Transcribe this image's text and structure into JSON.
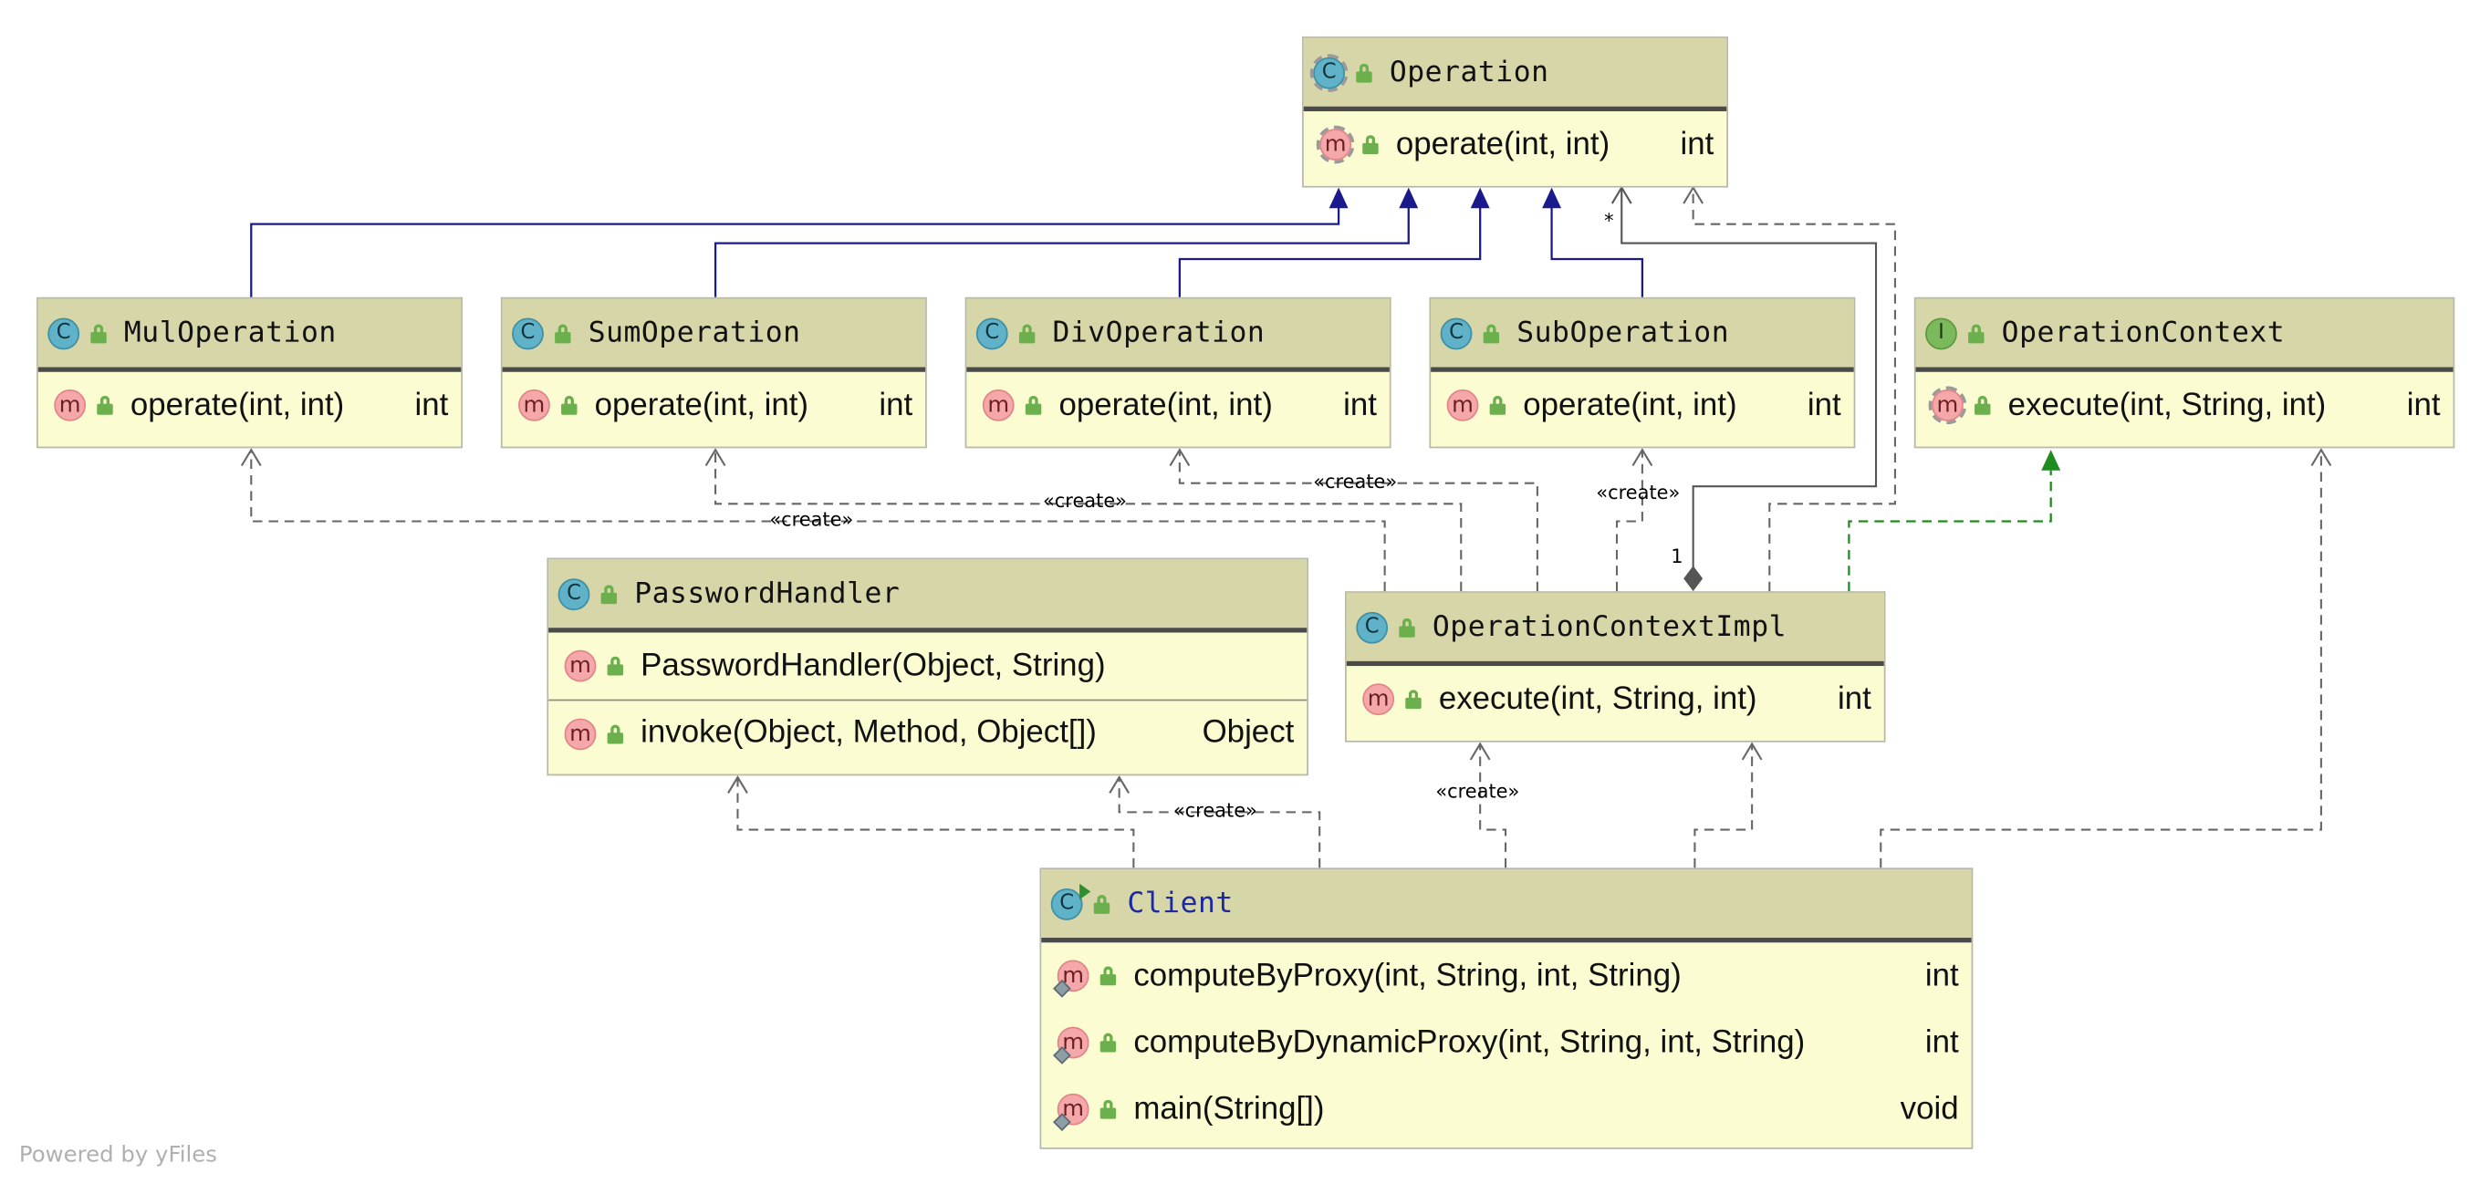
{
  "classes": {
    "operation": {
      "name": "Operation",
      "kind": "C",
      "methods": [
        {
          "sig": "operate(int, int)",
          "ret": "int"
        }
      ]
    },
    "mul": {
      "name": "MulOperation",
      "kind": "C",
      "methods": [
        {
          "sig": "operate(int, int)",
          "ret": "int"
        }
      ]
    },
    "sum": {
      "name": "SumOperation",
      "kind": "C",
      "methods": [
        {
          "sig": "operate(int, int)",
          "ret": "int"
        }
      ]
    },
    "div": {
      "name": "DivOperation",
      "kind": "C",
      "methods": [
        {
          "sig": "operate(int, int)",
          "ret": "int"
        }
      ]
    },
    "sub": {
      "name": "SubOperation",
      "kind": "C",
      "methods": [
        {
          "sig": "operate(int, int)",
          "ret": "int"
        }
      ]
    },
    "ctx": {
      "name": "OperationContext",
      "kind": "I",
      "methods": [
        {
          "sig": "execute(int, String, int)",
          "ret": "int"
        }
      ]
    },
    "password": {
      "name": "PasswordHandler",
      "kind": "C",
      "methods": [
        {
          "sig": "PasswordHandler(Object, String)",
          "ret": ""
        },
        {
          "sig": "invoke(Object, Method, Object[])",
          "ret": "Object"
        }
      ]
    },
    "ctximpl": {
      "name": "OperationContextImpl",
      "kind": "C",
      "methods": [
        {
          "sig": "execute(int, String, int)",
          "ret": "int"
        }
      ]
    },
    "client": {
      "name": "Client",
      "kind": "C",
      "methods": [
        {
          "sig": "computeByProxy(int, String, int, String)",
          "ret": "int"
        },
        {
          "sig": "computeByDynamicProxy(int, String, int, String)",
          "ret": "int"
        },
        {
          "sig": "main(String[])",
          "ret": "void"
        }
      ]
    }
  },
  "labels": {
    "create": "«create»",
    "mult_many": "*",
    "mult_one": "1"
  },
  "colors": {
    "header": "#d7d6a9",
    "body": "#fcfcd2",
    "inheritance": "#1a1a8c",
    "realization": "#1e8c1e",
    "dependency": "#666666",
    "client_title": "#1c2a9c"
  },
  "footer": "Powered by yFiles"
}
